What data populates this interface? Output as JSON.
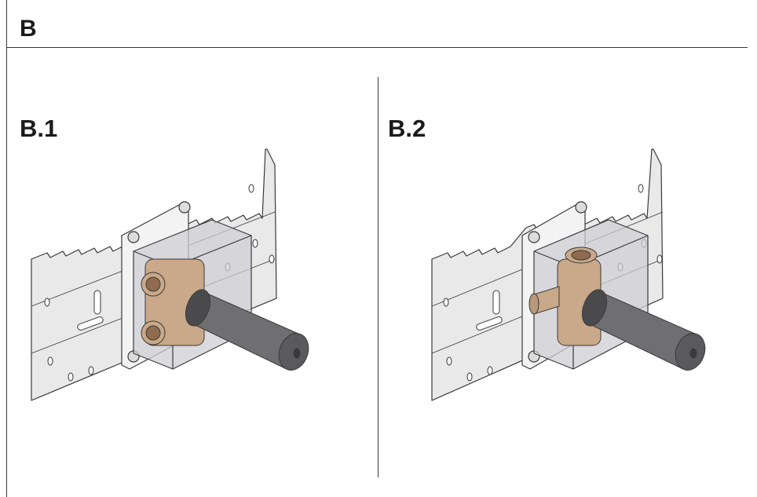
{
  "section": {
    "title": "B"
  },
  "panels": [
    {
      "label": "B.1"
    },
    {
      "label": "B.2"
    }
  ],
  "colors": {
    "rail": "#e9e9e9",
    "line": "#3a3a3a",
    "housing": "#cfcfd4",
    "brass": "#c9a98a",
    "brass_dark": "#8f6c4e",
    "plug": "#6f6f72",
    "plug_dark": "#4a4a4c"
  }
}
